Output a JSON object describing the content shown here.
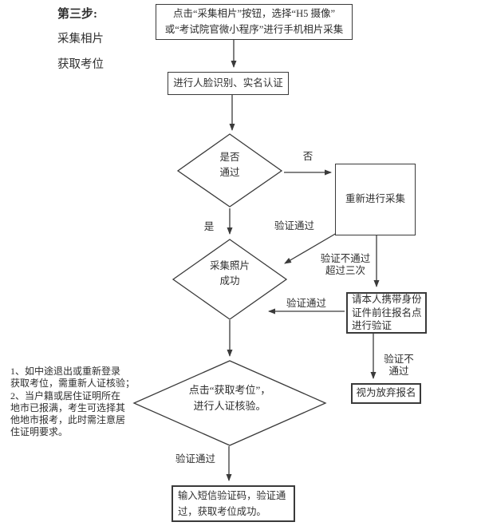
{
  "colors": {
    "ink": "#3a3a3a",
    "text": "#2e2e2e",
    "background": "#ffffff"
  },
  "header": {
    "step_title": "第三步:",
    "step_line1": "采集相片",
    "step_line2": "获取考位"
  },
  "notes": {
    "text": "1、如中途退出或重新登录\n获取考位，需重新人证核验；\n2、当户籍或居住证明所在\n地市已报满，考生可选择其\n他地市报考，此时需注意居\n住证明要求。"
  },
  "flowchart": {
    "boxes": {
      "collect_photo": "点击“采集相片”按钮，选择“H5 摄像”\n或“考试院官微小程序”进行手机相片采集",
      "face_auth": "进行人脸识别、实名认证",
      "recollect": "重新进行采集",
      "onsite_verify": "请本人携带身份\n证件前往报名点\n进行验证",
      "abandon": "视为放弃报名",
      "sms_success": "输入短信验证码，验证通\n过，获取考位成功。"
    },
    "diamonds": {
      "pass_check": "是否\n通过",
      "photo_success": "采集照片\n成功",
      "get_seat": "点击“获取考位”，\n进行人证核验。"
    },
    "edge_labels": {
      "no": "否",
      "yes": "是",
      "verify_pass_a": "验证通过",
      "verify_fail_three": "验证不通过\n超过三次",
      "verify_pass_b": "验证通过",
      "verify_fail": "验证不\n通过",
      "verify_pass_c": "验证通过"
    }
  }
}
